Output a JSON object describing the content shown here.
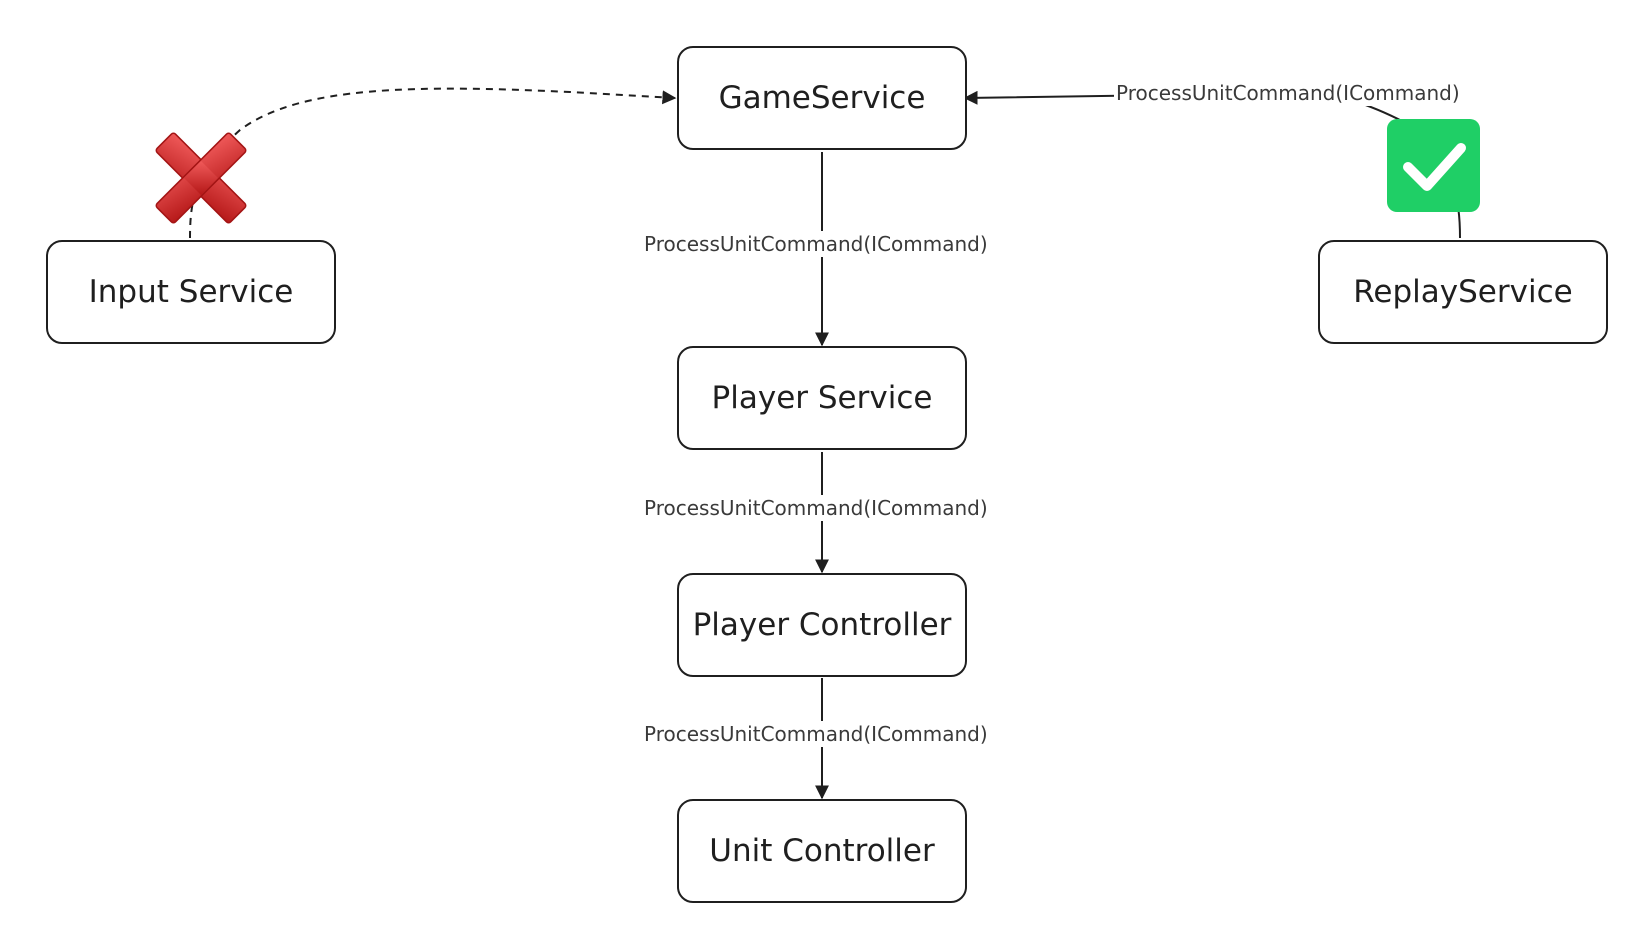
{
  "diagram": {
    "nodes": {
      "game_service": "GameService",
      "input_service": "Input Service",
      "replay_service": "ReplayService",
      "player_service": "Player Service",
      "player_controller": "Player Controller",
      "unit_controller": "Unit Controller"
    },
    "edges": {
      "replay_to_game": "ProcessUnitCommand(ICommand)",
      "game_to_player_service": "ProcessUnitCommand(ICommand)",
      "player_service_to_controller": "ProcessUnitCommand(ICommand)",
      "controller_to_unit": "ProcessUnitCommand(ICommand)"
    },
    "badges": {
      "input_status_icon": "red-x-icon",
      "replay_status_icon": "green-check-icon"
    },
    "colors": {
      "reject_red": "#d42a2a",
      "accept_green": "#1fcf66",
      "line": "#1f1f1f"
    }
  }
}
